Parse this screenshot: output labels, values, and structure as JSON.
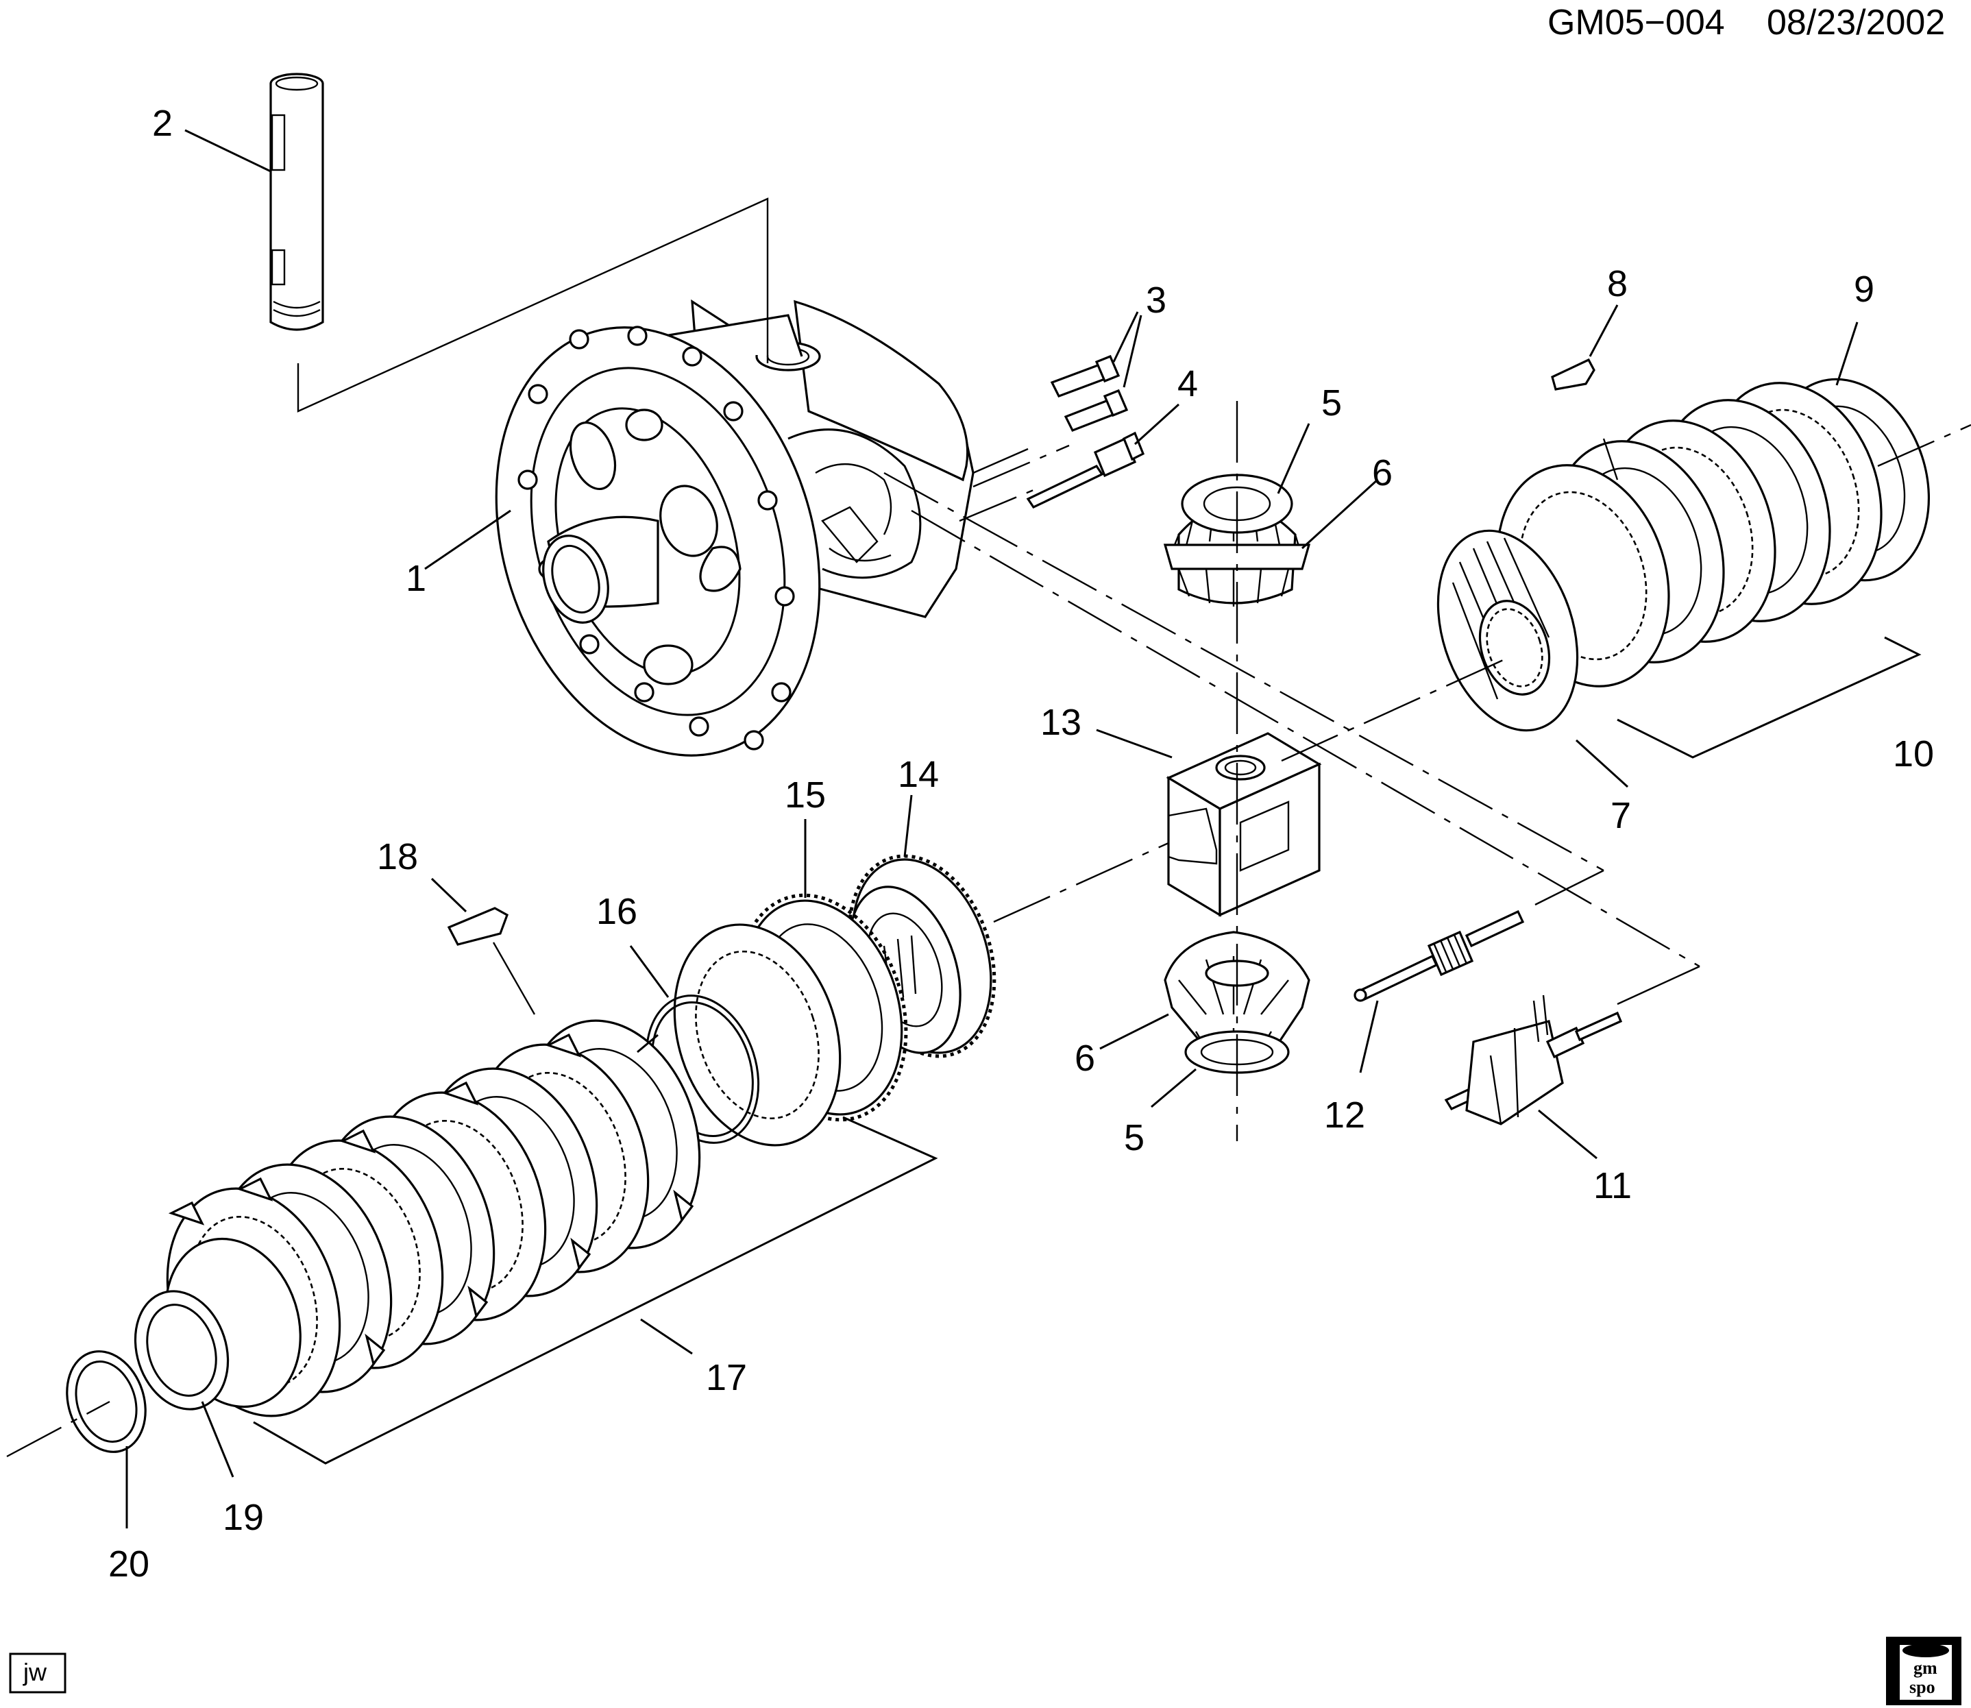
{
  "header": {
    "doc_id": "GM05−004",
    "date": "08/23/2002"
  },
  "stamp": {
    "text": "jw"
  },
  "logo": {
    "line1": "gm",
    "line2": "spo"
  },
  "callouts": {
    "c1": "1",
    "c2": "2",
    "c3": "3",
    "c4": "4",
    "c5a": "5",
    "c5b": "5",
    "c6a": "6",
    "c6b": "6",
    "c7": "7",
    "c8": "8",
    "c9": "9",
    "c10": "10",
    "c11": "11",
    "c12": "12",
    "c13": "13",
    "c14": "14",
    "c15": "15",
    "c16": "16",
    "c17": "17",
    "c18": "18",
    "c19": "19",
    "c20": "20"
  }
}
